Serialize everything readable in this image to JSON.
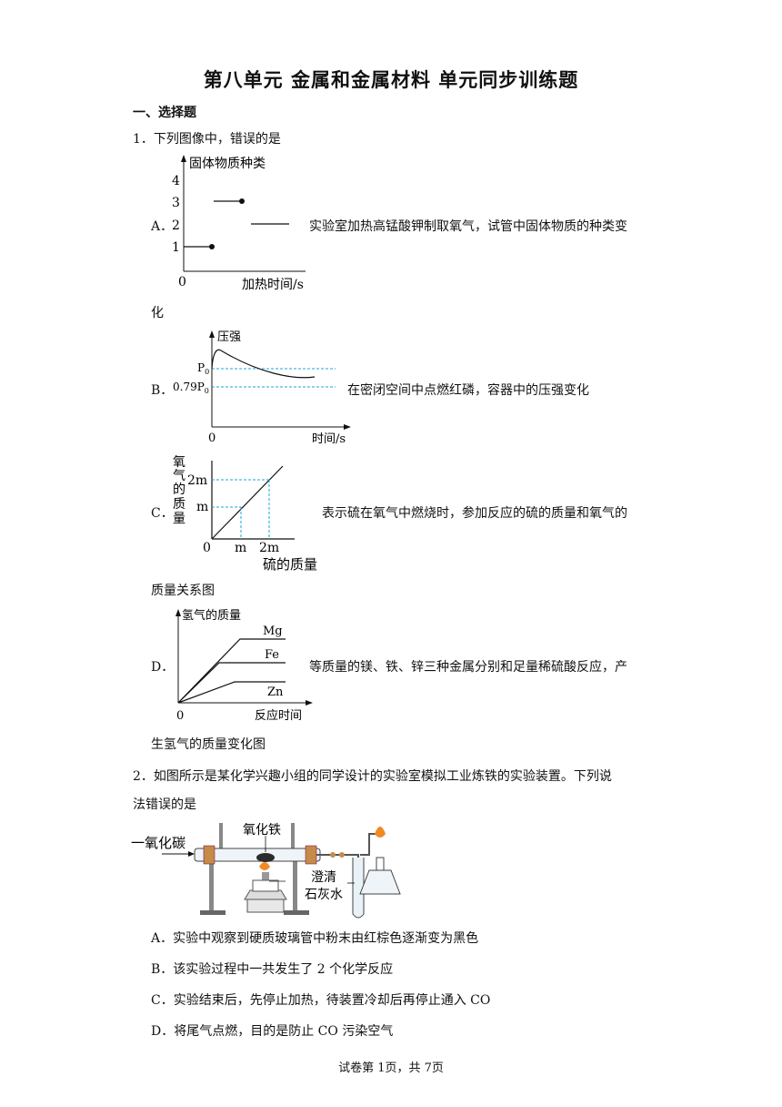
{
  "title": "第八单元 金属和金属材料 单元同步训练题",
  "section": "一、选择题",
  "q1": {
    "stem": "1．下列图像中，错误的是",
    "A": {
      "letter": "A．",
      "text1": "实验室加热高锰酸钾制取氧气，试管中固体物质的种类变",
      "text2": "化",
      "chart": {
        "ylabel": "固体物质种类",
        "xlabel": "加热时间/s",
        "origin": "0",
        "yticks": [
          "4",
          "3",
          "2",
          "1"
        ]
      }
    },
    "B": {
      "letter": "B．",
      "text1": "在密闭空间中点燃红磷，容器中的压强变化",
      "chart": {
        "ylabel": "压强",
        "xlabel": "时间/s",
        "origin": "0",
        "p0": "P",
        "p0sub": "0",
        "p079": "0.79P",
        "p079sub": "0"
      }
    },
    "C": {
      "letter": "C．",
      "text1": "表示硫在氧气中燃烧时，参加反应的硫的质量和氧气的",
      "text2": "质量关系图",
      "chart": {
        "ylabel_chars": [
          "氧",
          "气",
          "的",
          "质",
          "量"
        ],
        "xlabel": "硫的质量",
        "origin": "0",
        "y2m": "2m",
        "ym": "m",
        "xm": "m",
        "x2m": "2m"
      }
    },
    "D": {
      "letter": "D．",
      "text1": "等质量的镁、铁、锌三种金属分别和足量稀硫酸反应，产",
      "text2": "生氢气的质量变化图",
      "chart": {
        "ylabel": "氢气的质量",
        "xlabel": "反应时间",
        "origin": "0",
        "series": [
          "Mg",
          "Fe",
          "Zn"
        ]
      }
    }
  },
  "q2": {
    "stem1": "2．如图所示是某化学兴趣小组的同学设计的实验室模拟工业炼铁的实验装置。下列说",
    "stem2": "法错误的是",
    "figure": {
      "co": "一氧化碳",
      "fe2o3": "氧化铁",
      "limewater1": "澄清",
      "limewater2": "石灰水"
    },
    "options": [
      "A．实验中观察到硬质玻璃管中粉末由红棕色逐渐变为黑色",
      "B．该实验过程中一共发生了 2 个化学反应",
      "C．实验结束后，先停止加热，待装置冷却后再停止通入 CO",
      "D．将尾气点燃，目的是防止 CO 污染空气"
    ]
  },
  "footer": "试卷第 1页，共 7页"
}
